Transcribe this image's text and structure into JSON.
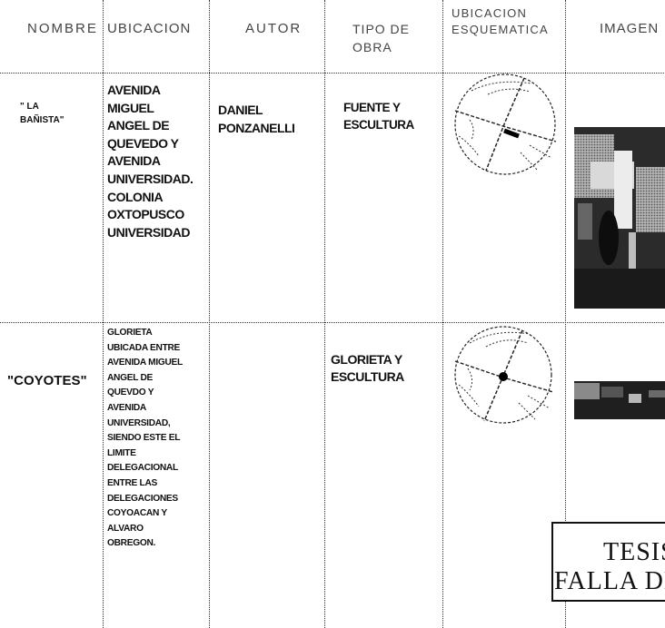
{
  "headers": {
    "nombre": "NOMBRE",
    "ubicacion": "UBICACION",
    "autor": "AUTOR",
    "tipo": "TIPO DE\nOBRA",
    "esquematica": "UBICACION\nESQUEMATICA",
    "imagen": "IMAGEN"
  },
  "rows": [
    {
      "nombre": "\" LA\nBAÑISTA\"",
      "ubicacion": "AVENIDA\nMIGUEL\nANGEL DE\nQUEVEDO Y\nAVENIDA\nUNIVERSIDAD.\nCOLONIA\nOXTOPUSCO\nUNIVERSIDAD",
      "autor": "DANIEL\nPONZANELLI",
      "tipo": "FUENTE Y\nESCULTURA"
    },
    {
      "nombre": "\"COYOTES\"",
      "ubicacion": "GLORIETA\nUBICADA ENTRE\nAVENIDA MIGUEL\nANGEL DE\nQUEVDO Y\nAVENIDA\nUNIVERSIDAD,\nSIENDO ESTE EL\nLIMITE\nDELEGACIONAL\nENTRE LAS\nDELEGACIONES\nCOYOACAN Y\nALVARO\nOBREGON.",
      "tipo": "GLORIETA Y\nESCULTURA"
    }
  ],
  "stamp": {
    "line1": "TESIS",
    "line2": "FALLA DE"
  },
  "colors": {
    "ink": "#111111",
    "paper": "#ffffff"
  }
}
